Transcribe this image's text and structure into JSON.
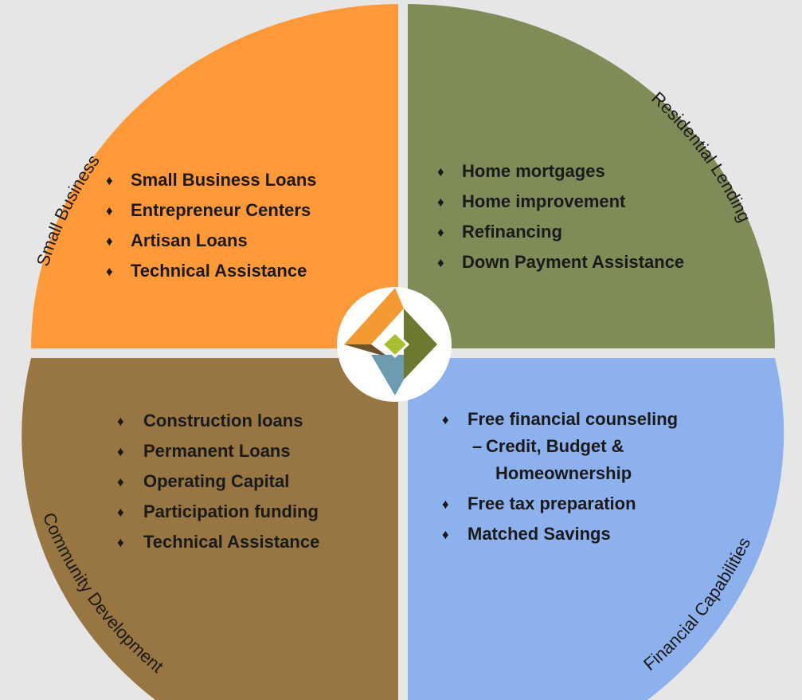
{
  "colors": {
    "background": "#e6e6e6",
    "small_business": "#fd9a37",
    "residential_lending": "#7f8c58",
    "community_development": "#977641",
    "financial_capabilities": "#8db1ec",
    "logo_orange": "#f39a33",
    "logo_green": "#6b7a2e",
    "logo_brown": "#6e5325",
    "logo_blue": "#6d9cb2",
    "logo_center": "#a7be2e"
  },
  "bullet_glyph": "♦",
  "quadrants": {
    "small_business": {
      "label": "Small Business",
      "items": [
        "Small Business Loans",
        "Entrepreneur Centers",
        "Artisan Loans",
        "Technical Assistance"
      ]
    },
    "residential_lending": {
      "label": "Residential Lending",
      "items": [
        "Home mortgages",
        "Home improvement",
        "Refinancing",
        "Down Payment Assistance"
      ]
    },
    "community_development": {
      "label": "Community Development",
      "items": [
        "Construction loans",
        "Permanent Loans",
        "Operating Capital",
        "Participation funding",
        "Technical Assistance"
      ]
    },
    "financial_capabilities": {
      "label": "Financial Capabilities",
      "items": [
        "Free financial counseling",
        "Free tax preparation",
        "Matched Savings"
      ],
      "sub_dash": "–",
      "sub_item_line1": "Credit, Budget &",
      "sub_item_line2": "Homeownership"
    }
  }
}
